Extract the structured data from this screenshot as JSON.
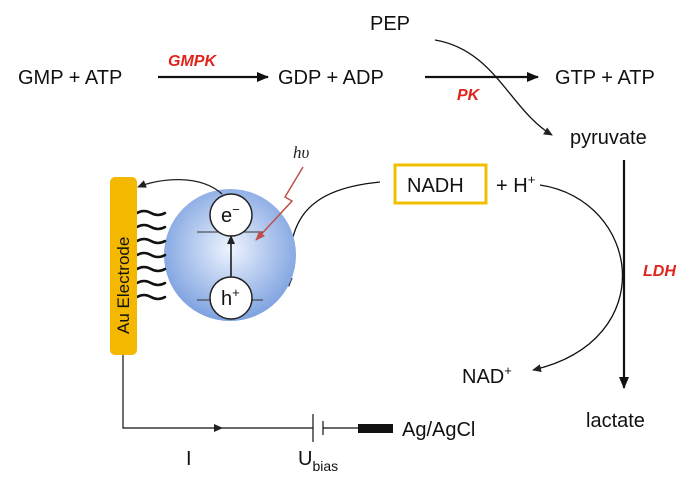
{
  "diagram": {
    "species": {
      "gmp_atp": "GMP + ATP",
      "gdp_adp": "GDP + ADP",
      "gtp_atp": "GTP + ATP",
      "pep": "PEP",
      "pyruvate": "pyruvate",
      "nadh": "NADH",
      "plus_h": "+ H",
      "plus_h_sup": "+",
      "nad": "NAD",
      "nad_sup": "+",
      "lactate": "lactate"
    },
    "enzymes": {
      "gmpk": "GMPK",
      "pk": "PK",
      "ldh": "LDH"
    },
    "photo": {
      "hv": "hυ",
      "electron": "e",
      "electron_sup": "−",
      "hole": "h",
      "hole_sup": "+"
    },
    "circuit": {
      "electrode": "Au Electrode",
      "current": "I",
      "ubias": "U",
      "ubias_sub": "bias",
      "reference": "Ag/AgCl"
    },
    "colors": {
      "enzyme_red": "#e0231b",
      "electrode_fill": "#f5b800",
      "nadh_box": "#f0c000",
      "particle_center": "#eef4ff",
      "particle_edge": "#7ea2e0"
    }
  }
}
